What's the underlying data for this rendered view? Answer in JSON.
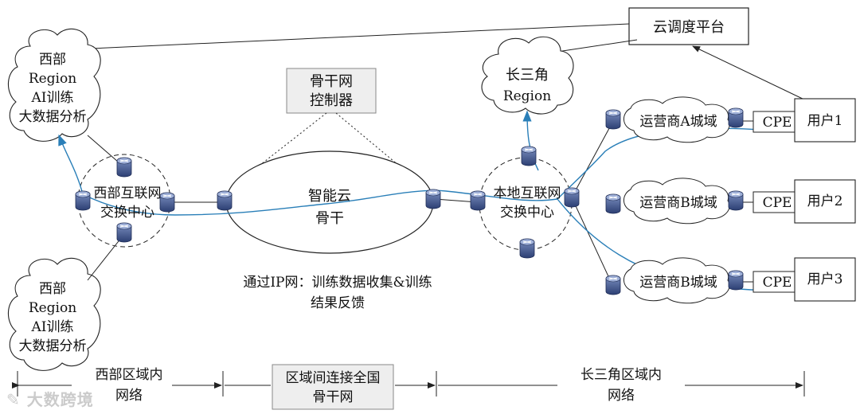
{
  "cloud_platform": "云调度平台",
  "backbone_controller": [
    "骨干网",
    "控制器"
  ],
  "west_region_top": [
    "西部",
    "Region",
    "AI训练",
    "大数据分析"
  ],
  "west_region_bottom": [
    "西部",
    "Region",
    "AI训练",
    "大数据分析"
  ],
  "yangtze_region": [
    "长三角",
    "Region"
  ],
  "west_ix": [
    "西部互联网",
    "交换中心"
  ],
  "local_ix": [
    "本地互联网",
    "交换中心"
  ],
  "backbone": [
    "智能云",
    "骨干"
  ],
  "carrier_a": "运营商A城域",
  "carrier_b1": "运营商B城域",
  "carrier_b2": "运营商B城域",
  "cpe": [
    "CPE",
    "CPE",
    "CPE"
  ],
  "users": [
    "用户1",
    "用户2",
    "用户3"
  ],
  "ip_note": [
    "通过IP网：训练数据收集&训练",
    "结果反馈"
  ],
  "bottom": {
    "west": [
      "西部区域内",
      "网络"
    ],
    "inter": [
      "区域间连接全国",
      "骨干网"
    ],
    "yangtze": [
      "长三角区域内",
      "网络"
    ]
  },
  "watermark": "大数跨境",
  "colors": {
    "router": "#3b4f86",
    "flow": "#2a7fb8",
    "box_fill": "#eeeeee"
  }
}
